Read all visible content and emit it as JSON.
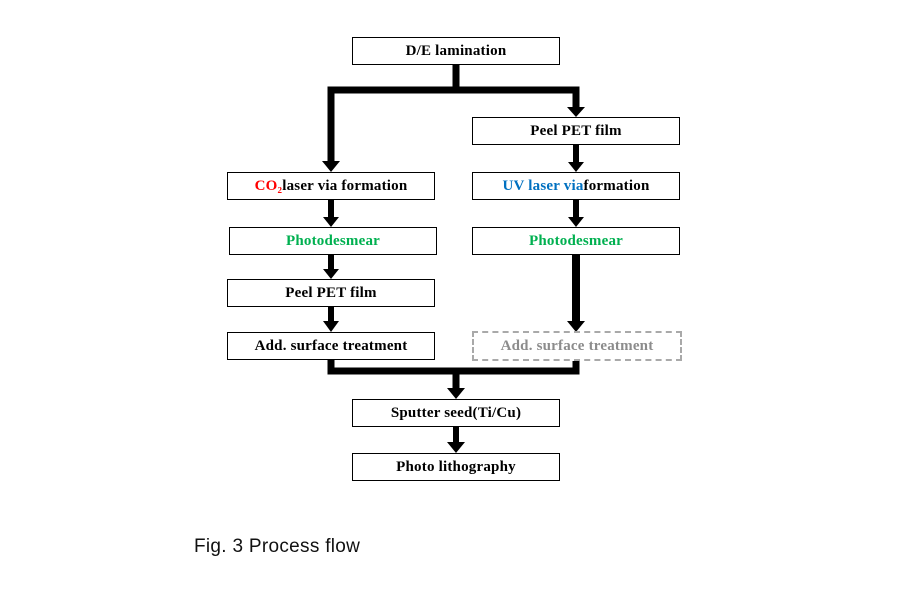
{
  "caption": "Fig. 3 Process flow",
  "colors": {
    "accent_red": "#ff0000",
    "accent_blue": "#0070c0",
    "accent_green": "#00b050",
    "muted_gray": "#8c8c8c",
    "muted_border": "#a9a9a9"
  },
  "boxes": {
    "de_lamination": {
      "label": "D/E lamination"
    },
    "right_peel_pet": {
      "label": "Peel PET film"
    },
    "co2_laser": {
      "prefix": "CO₂",
      "suffix": " laser via formation"
    },
    "uv_laser": {
      "prefix": "UV laser via ",
      "suffix": "formation"
    },
    "left_photodesmear": {
      "label": "Photodesmear"
    },
    "right_photodesmear": {
      "label": "Photodesmear"
    },
    "left_peel_pet": {
      "label": "Peel PET film"
    },
    "left_add_surface": {
      "label": "Add. surface treatment"
    },
    "right_add_surface": {
      "label": "Add. surface treatment"
    },
    "sputter_seed": {
      "label": "Sputter seed(Ti/Cu)"
    },
    "photo_lithography": {
      "label": "Photo lithography"
    }
  }
}
